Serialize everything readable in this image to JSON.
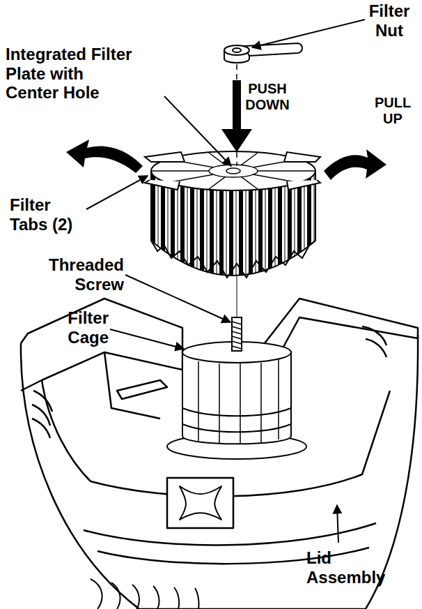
{
  "diagram": {
    "labels": [
      "Filter Nut",
      "Integrated Filter Plate with Center Hole",
      "PUSH DOWN",
      "PULL UP",
      "Filter Tabs (2)",
      "Threaded Screw",
      "Filter Cage",
      "Lid Assembly"
    ]
  }
}
